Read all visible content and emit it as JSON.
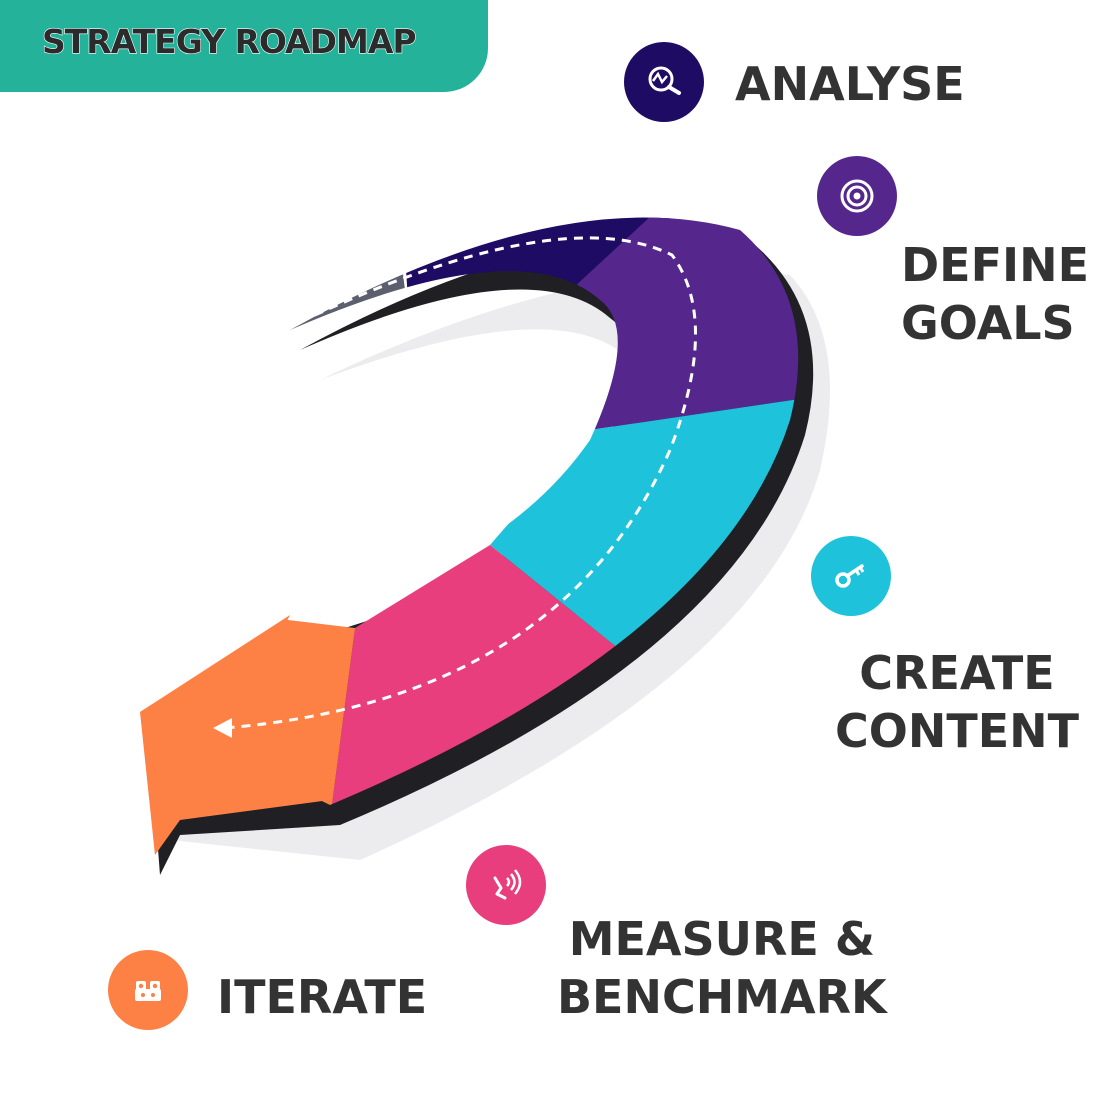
{
  "header": {
    "title": "STRATEGY ROADMAP",
    "color": "#24b29a"
  },
  "steps": [
    {
      "id": "analyse",
      "lines": [
        "ANALYSE"
      ],
      "color": "#1e0b63",
      "icon": "magnifier-chart-icon"
    },
    {
      "id": "define-goals",
      "lines": [
        "DEFINE",
        "GOALS"
      ],
      "color": "#55278c",
      "icon": "target-icon"
    },
    {
      "id": "create-content",
      "lines": [
        "CREATE",
        "CONTENT"
      ],
      "color": "#1ec3db",
      "icon": "key-icon"
    },
    {
      "id": "measure-benchmark",
      "lines": [
        "MEASURE &",
        "BENCHMARK"
      ],
      "color": "#e93e7d",
      "icon": "signal-hand-icon"
    },
    {
      "id": "iterate",
      "lines": [
        "ITERATE"
      ],
      "color": "#fd8044",
      "icon": "gears-icon"
    }
  ],
  "colors": {
    "text": "#333333",
    "arrow_tail": "#5b5f6e",
    "shadow": "#1f1f24"
  }
}
